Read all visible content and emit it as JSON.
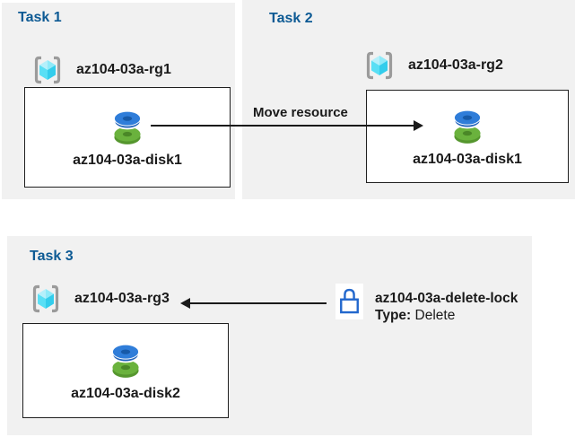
{
  "colors": {
    "panel_background": "#f1f1f1",
    "task_title_blue": "#0d5a94",
    "text": "#1a1a1a",
    "arrow": "#1a1a1a",
    "lock_blue": "#2368cd",
    "disk_top_blue": "#2f7dd9",
    "disk_bottom_green": "#6ab23d",
    "resource_group_cyan": "#59dff5",
    "bracket_gray": "#9b9b9b"
  },
  "tasks": [
    {
      "title": "Task 1",
      "resource_group": {
        "icon": "resource-group-icon",
        "name": "az104-03a-rg1"
      },
      "disk": {
        "icon": "disk-icon",
        "name": "az104-03a-disk1"
      }
    },
    {
      "title": "Task 2",
      "resource_group": {
        "icon": "resource-group-icon",
        "name": "az104-03a-rg2"
      },
      "disk": {
        "icon": "disk-icon",
        "name": "az104-03a-disk1"
      }
    },
    {
      "title": "Task 3",
      "resource_group": {
        "icon": "resource-group-icon",
        "name": "az104-03a-rg3"
      },
      "disk": {
        "icon": "disk-icon",
        "name": "az104-03a-disk2"
      }
    }
  ],
  "move_arrow": {
    "label": "Move resource",
    "direction": "left-to-right",
    "from": "az104-03a-disk1 in az104-03a-rg1",
    "to": "az104-03a-rg2"
  },
  "delete_lock": {
    "icon": "lock-icon",
    "name": "az104-03a-delete-lock",
    "type_label": "Type:",
    "type_value": "Delete",
    "arrow_direction": "right-to-left",
    "applies_to": "az104-03a-rg3"
  }
}
